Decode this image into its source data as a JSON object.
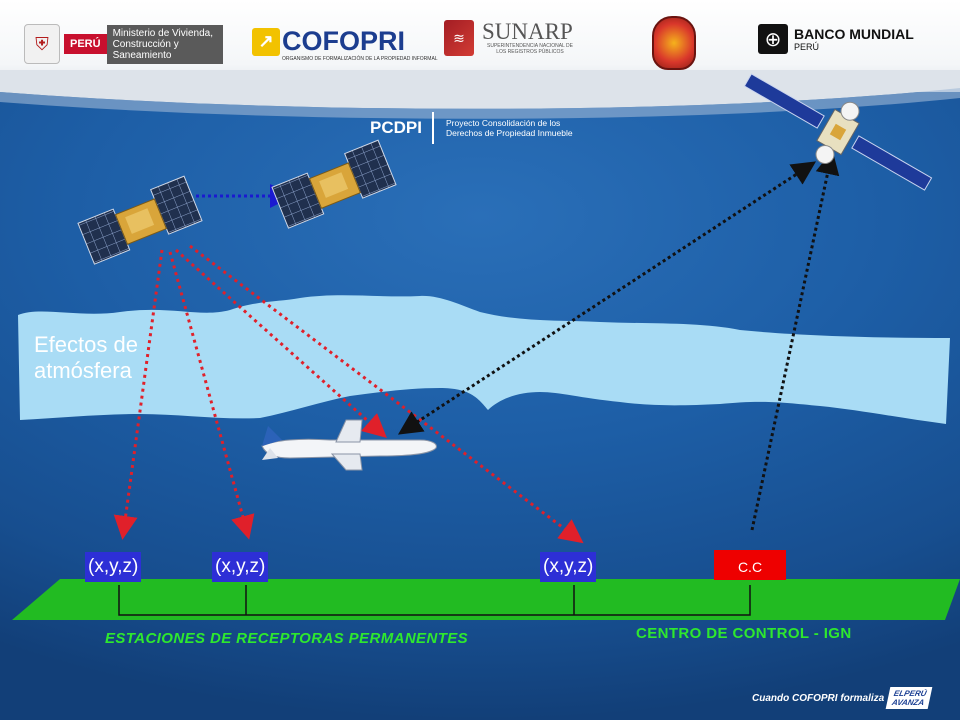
{
  "header": {
    "peru_badge": "PERÚ",
    "peru_ministry": "Ministerio de Vivienda, Construcción y Saneamiento",
    "cofopri_name": "COFOPRI",
    "cofopri_sub": "ORGANISMO DE FORMALIZACIÓN DE LA PROPIEDAD INFORMAL",
    "sunarp_name": "SUNARP",
    "sunarp_sub": "SUPERINTENDENCIA NACIONAL DE LOS REGISTROS PÚBLICOS",
    "worldbank_name": "BANCO MUNDIAL",
    "worldbank_country": "PERÚ"
  },
  "pcdpi": {
    "title": "PCDPI",
    "description": "Proyecto Consolidación de los Derechos de Propiedad Inmueble"
  },
  "diagram": {
    "atmosphere_label": "Efectos de atmósfera",
    "stations": [
      {
        "label": "(x,y,z)"
      },
      {
        "label": "(x,y,z)"
      },
      {
        "label": "(x,y,z)"
      }
    ],
    "control_center_box": "C.C",
    "stations_caption": "ESTACIONES DE RECEPTORAS PERMANENTES",
    "control_center_caption": "CENTRO DE CONTROL - IGN"
  },
  "footer": {
    "slogan": "Cuando COFOPRI formaliza",
    "badge_line1": "ELPERÚ",
    "badge_line2": "AVANZA"
  },
  "colors": {
    "background": "#1d5ea6",
    "ground": "#22bb22",
    "station_box": "#2d2fd6",
    "control_box": "#ee0000",
    "caption_green": "#2ee82e",
    "signal_red": "#e0202a",
    "signal_black": "#111111",
    "orbit_blue": "#1a1ad0"
  }
}
